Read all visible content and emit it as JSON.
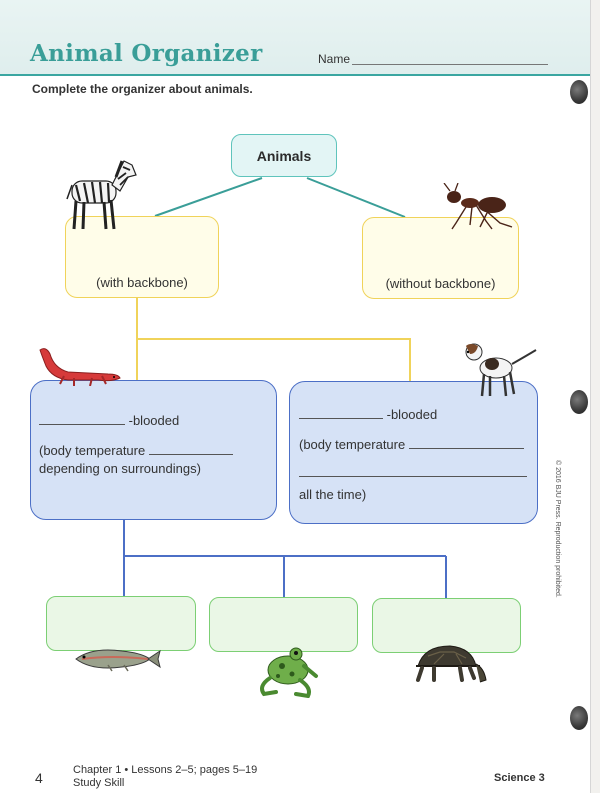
{
  "header": {
    "title": "Animal Organizer",
    "name_label": "Name"
  },
  "instruction": "Complete the organizer about animals.",
  "organizer": {
    "root": "Animals",
    "left_branch_label": "(with backbone)",
    "right_branch_label": "(without backbone)",
    "cold_box": {
      "blank_suffix": "-blooded",
      "line2": "(body temperature",
      "line3": "depending on surroundings)"
    },
    "warm_box": {
      "blank_suffix": "-blooded",
      "line2": "(body temperature",
      "line3": "all the time)"
    },
    "colors": {
      "root_border": "#5fc4bc",
      "yellow_border": "#f0d35a",
      "blue_border": "#4c6fc6",
      "green_border": "#7ccf74",
      "teal_line": "#3a9e98"
    }
  },
  "illustrations": [
    "zebra-icon",
    "ant-icon",
    "lizard-icon",
    "dog-icon",
    "fish-icon",
    "frog-icon",
    "turtle-icon"
  ],
  "copyright": "© 2016 BJU Press. Reproduction prohibited.",
  "footer": {
    "page_number": "4",
    "chapter_line": "Chapter 1  •  Lessons 2–5; pages 5–19",
    "skill_line": "Study Skill",
    "subject": "Science 3"
  }
}
